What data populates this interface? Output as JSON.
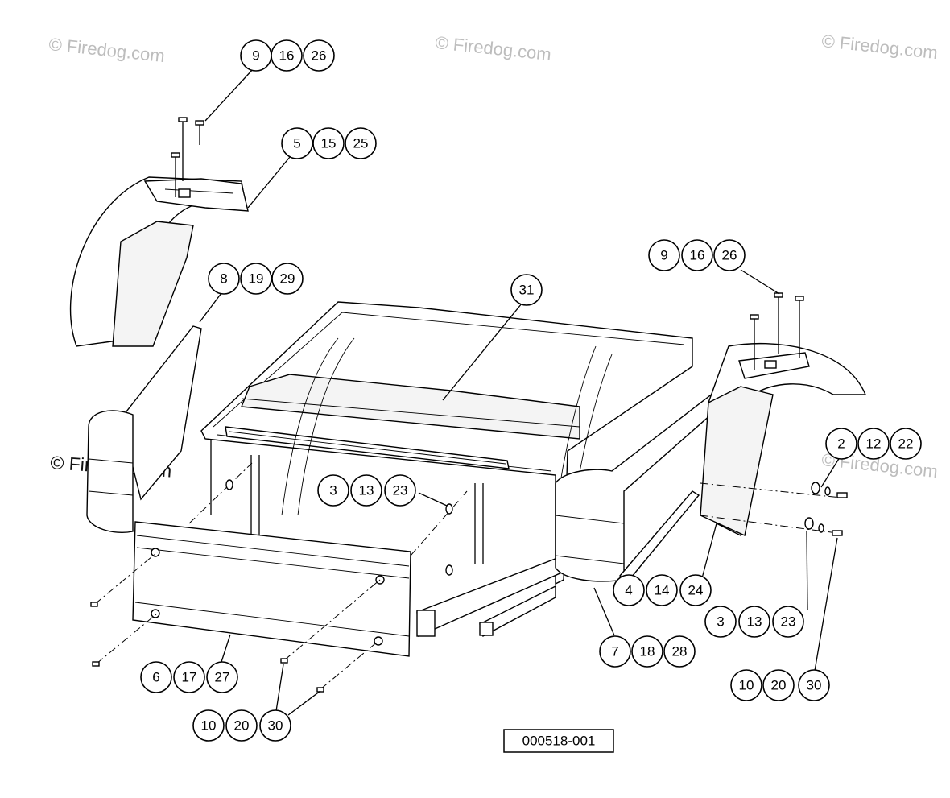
{
  "watermarks": [
    "© Firedog.com",
    "© Firedog.com",
    "© Firedog.com",
    "© Firedog.com",
    "© Firedog.com"
  ],
  "document_id": "000518-001",
  "callout_groups": [
    {
      "name": "group-9-16-26-top-left",
      "labels": [
        "9",
        "16",
        "26"
      ]
    },
    {
      "name": "group-5-15-25",
      "labels": [
        "5",
        "15",
        "25"
      ]
    },
    {
      "name": "group-8-19-29",
      "labels": [
        "8",
        "19",
        "29"
      ]
    },
    {
      "name": "group-31",
      "labels": [
        "31"
      ]
    },
    {
      "name": "group-9-16-26-right",
      "labels": [
        "9",
        "16",
        "26"
      ]
    },
    {
      "name": "group-2-12-22",
      "labels": [
        "2",
        "12",
        "22"
      ]
    },
    {
      "name": "group-3-13-23-center",
      "labels": [
        "3",
        "13",
        "23"
      ]
    },
    {
      "name": "group-4-14-24",
      "labels": [
        "4",
        "14",
        "24"
      ]
    },
    {
      "name": "group-3-13-23-right",
      "labels": [
        "3",
        "13",
        "23"
      ]
    },
    {
      "name": "group-7-18-28",
      "labels": [
        "7",
        "18",
        "28"
      ]
    },
    {
      "name": "group-10-20-30-right",
      "labels": [
        "10",
        "20",
        "30"
      ]
    },
    {
      "name": "group-6-17-27",
      "labels": [
        "6",
        "17",
        "27"
      ]
    },
    {
      "name": "group-10-20-30-bottom",
      "labels": [
        "10",
        "20",
        "30"
      ]
    }
  ]
}
